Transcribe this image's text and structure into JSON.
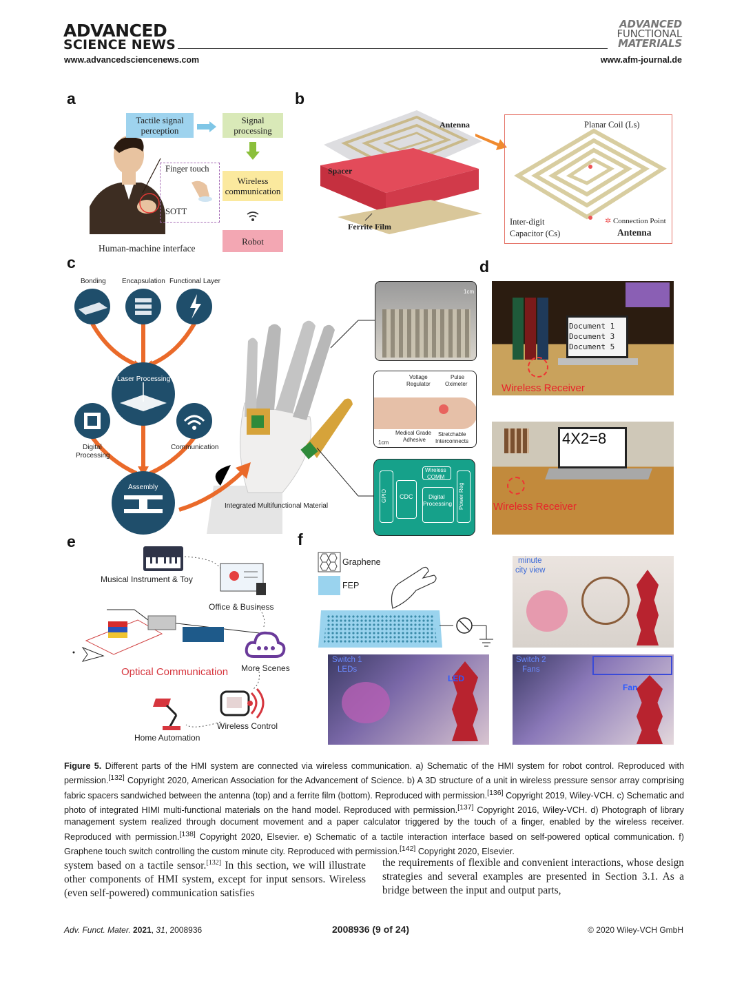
{
  "header": {
    "brand_line1": "ADVANCED",
    "brand_line2": "SCIENCE NEWS",
    "left_url": "www.advancedsciencenews.com",
    "journal_line1": "ADVANCED",
    "journal_line2": "FUNCTIONAL",
    "journal_line3": "MATERIALS",
    "right_url": "www.afm-journal.de"
  },
  "panel_a": {
    "label": "a",
    "tactile_box": "Tactile signal perception",
    "signal_box": "Signal processing",
    "finger_touch": "Finger touch",
    "sott": "SOTT",
    "wireless_box": "Wireless communication",
    "robot_box": "Robot",
    "caption": "Human-machine interface",
    "colors": {
      "tactile": "#9ed3ee",
      "signal": "#d9e9b8",
      "wireless": "#fbe99e",
      "robot": "#f3a7b3"
    }
  },
  "panel_b": {
    "label": "b",
    "antenna": "Antenna",
    "spacer": "Spacer",
    "ferrite": "Ferrite Film",
    "planar_coil": "Planar Coil  (Ls)",
    "interdigit_line1": "Inter-digit",
    "interdigit_line2": "Capacitor (Cs)",
    "connection_point": "Connection Point",
    "antenna_bold": "Antenna"
  },
  "panel_c": {
    "label": "c",
    "bonding": "Bonding",
    "encapsulation": "Encapsulation",
    "functional_layer": "Functional Layer",
    "laser_processing": "Laser Processing",
    "digital_processing_line1": "Digital",
    "digital_processing_line2": "Processing",
    "communication": "Communication",
    "assembly": "Assembly",
    "integrated": "Integrated Multifunctional Material",
    "scale_1cm": "1cm",
    "voltage_regulator_line1": "Voltage",
    "voltage_regulator_line2": "Regulator",
    "pulse_oximeter_line1": "Pulse",
    "pulse_oximeter_line2": "Oximeter",
    "medical_grade_line1": "Medical Grade",
    "medical_grade_line2": "Adhesive",
    "stretchable_line1": "Stretchable",
    "stretchable_line2": "Interconnects",
    "scale_1cm_b": "1cm",
    "gpio": "GPIO",
    "cdc": "CDC",
    "wireless_comm_line1": "Wireless",
    "wireless_comm_line2": "COMM",
    "digital_proc_line1": "Digital",
    "digital_proc_line2": "Processing",
    "power_reg": "Power Reg",
    "colors": {
      "circle": "#1f4e6b",
      "arrow": "#ea6a2a"
    }
  },
  "panel_d": {
    "label": "d",
    "doc1": "Document  1",
    "doc3": "Document  3",
    "doc5": "Document  5",
    "receiver_top": "Wireless Receiver",
    "calc": "4X2=8",
    "receiver_bottom": "Wireless Receiver"
  },
  "panel_e": {
    "label": "e",
    "musical": "Musical Instrument & Toy",
    "office": "Office & Business",
    "optical": "Optical Communication",
    "more": "More Scenes",
    "wireless_control": "Wireless Control",
    "home": "Home Automation"
  },
  "panel_f": {
    "label": "f",
    "graphene": "Graphene",
    "fep": "FEP",
    "minute_line1": "minute",
    "minute_line2": "city view",
    "switch1_line1": "Switch 1",
    "switch1_line2": "LEDs",
    "led": "LED",
    "switch2_line1": "Switch 2",
    "switch2_line2": "Fans",
    "fan": "Fan"
  },
  "caption": {
    "fig": "Figure 5.",
    "t1": " Different parts of the HMI system are connected via wireless communication. a) Schematic of the HMI system for robot control. Reproduced with permission.",
    "r1": "[132]",
    "t2": " Copyright 2020, American Association for the Advancement of Science. b) A 3D structure of a unit in wireless pressure sensor array comprising fabric spacers sandwiched between the antenna (top) and a ferrite film (bottom). Reproduced with permission.",
    "r2": "[136]",
    "t3": " Copyright 2019, Wiley-VCH. c) Schematic and photo of integrated HIMI multi-functional materials on the hand model. Reproduced with permission.",
    "r3": "[137]",
    "t4": " Copyright 2016, Wiley-VCH. d) Photograph of library management system realized through document movement and a paper calculator triggered by the touch of a finger, enabled by the wireless receiver. Reproduced with permission.",
    "r4": "[138]",
    "t5": " Copyright 2020, Elsevier. e) Schematic of a tactile interaction interface based on self-powered optical communication. f) Graphene touch switch controlling the custom minute city. Reproduced with permission.",
    "r5": "[142]",
    "t6": " Copyright 2020, Elsevier."
  },
  "body": {
    "left_a": "system based on a tactile sensor.",
    "left_ref": "[132]",
    "left_b": " In this section, we will illustrate other components of HMI system, except for input sensors. Wireless (even self-powered) communication satisfies",
    "right": "the requirements of flexible and convenient interactions, whose design strategies and several examples are presented in Section 3.1. As a bridge between the input and output parts,"
  },
  "footer": {
    "journal": "Adv. Funct. Mater.",
    "year": "2021",
    "volume": "31",
    "article": "2008936",
    "page": "2008936  (9 of 24)",
    "copyright": "© 2020 Wiley-VCH GmbH"
  }
}
